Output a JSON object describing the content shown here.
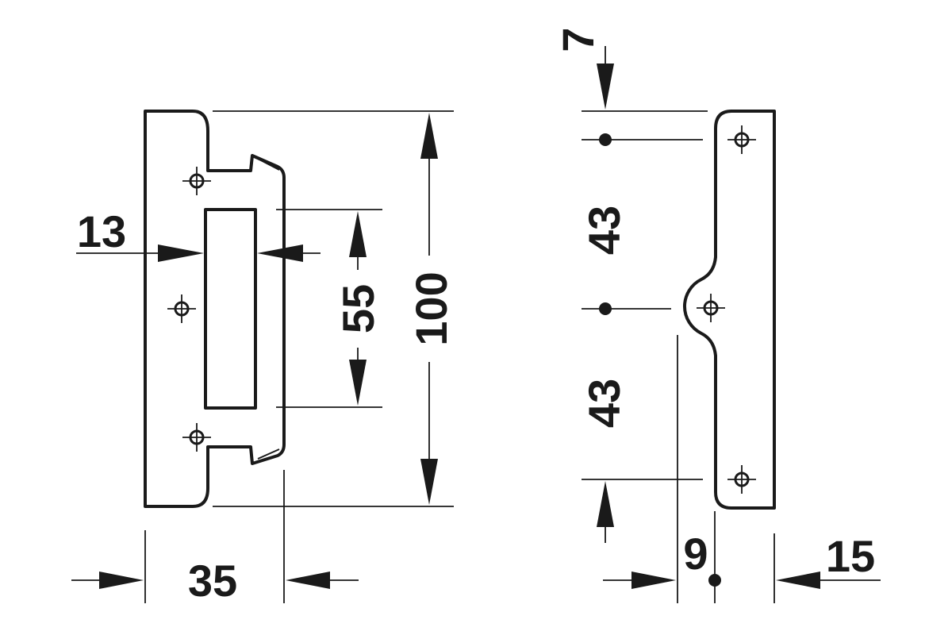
{
  "dimensions": {
    "d13": "13",
    "d35": "35",
    "d55": "55",
    "d100": "100",
    "d7": "7",
    "d43_top": "43",
    "d43_bottom": "43",
    "d9": "9",
    "d15": "15"
  },
  "colors": {
    "line": "#1a1a1a",
    "background": "#ffffff"
  }
}
